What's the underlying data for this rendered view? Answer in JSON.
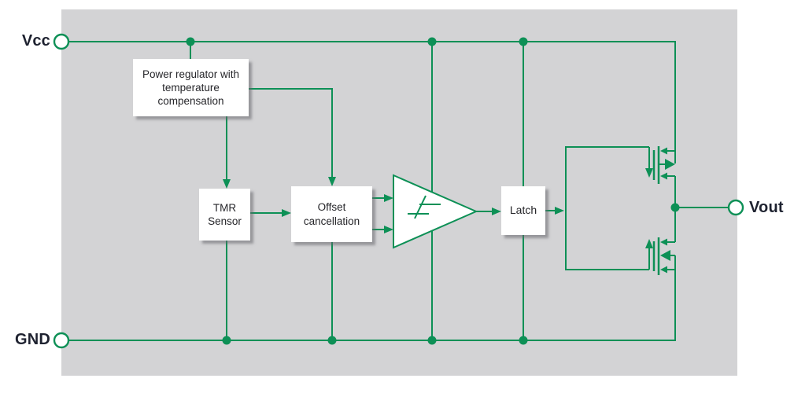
{
  "colors": {
    "line-green": "#0d9056",
    "canvas-gray": "#d3d3d5",
    "box-white": "#ffffff",
    "box-text": "#26262a",
    "label-dark": "#1e2230",
    "page-white": "#ffffff"
  },
  "terminals": {
    "vcc": "Vcc",
    "gnd": "GND",
    "vout": "Vout"
  },
  "blocks": {
    "power_regulator": "Power regulator with temperature compensation",
    "tmr_sensor": "TMR Sensor",
    "offset_cancellation": "Offset cancellation",
    "latch": "Latch"
  },
  "symbols": {
    "comparator": "comparator-with-hysteresis",
    "high_side_transistor": "pmos-transistor",
    "low_side_transistor": "nmos-transistor"
  }
}
